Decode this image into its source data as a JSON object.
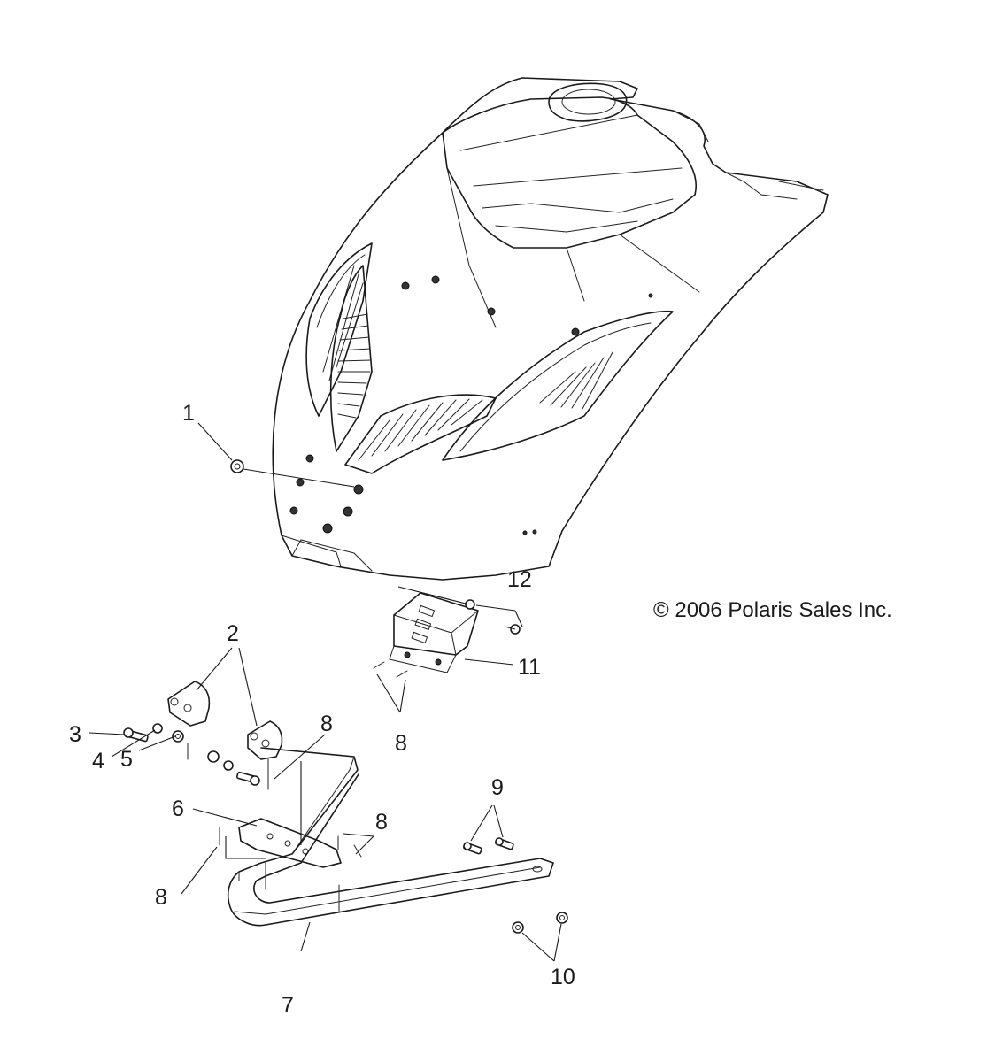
{
  "callouts": [
    {
      "id": "c1",
      "label": "1"
    },
    {
      "id": "c2",
      "label": "2"
    },
    {
      "id": "c3",
      "label": "3"
    },
    {
      "id": "c4",
      "label": "4"
    },
    {
      "id": "c5",
      "label": "5"
    },
    {
      "id": "c6",
      "label": "6"
    },
    {
      "id": "c7",
      "label": "7"
    },
    {
      "id": "c8a",
      "label": "8"
    },
    {
      "id": "c8b",
      "label": "8"
    },
    {
      "id": "c8c",
      "label": "8"
    },
    {
      "id": "c8d",
      "label": "8"
    },
    {
      "id": "c9",
      "label": "9"
    },
    {
      "id": "c10",
      "label": "10"
    },
    {
      "id": "c11",
      "label": "11"
    },
    {
      "id": "c12",
      "label": "12"
    }
  ],
  "copyright": "© 2006 Polaris Sales Inc."
}
